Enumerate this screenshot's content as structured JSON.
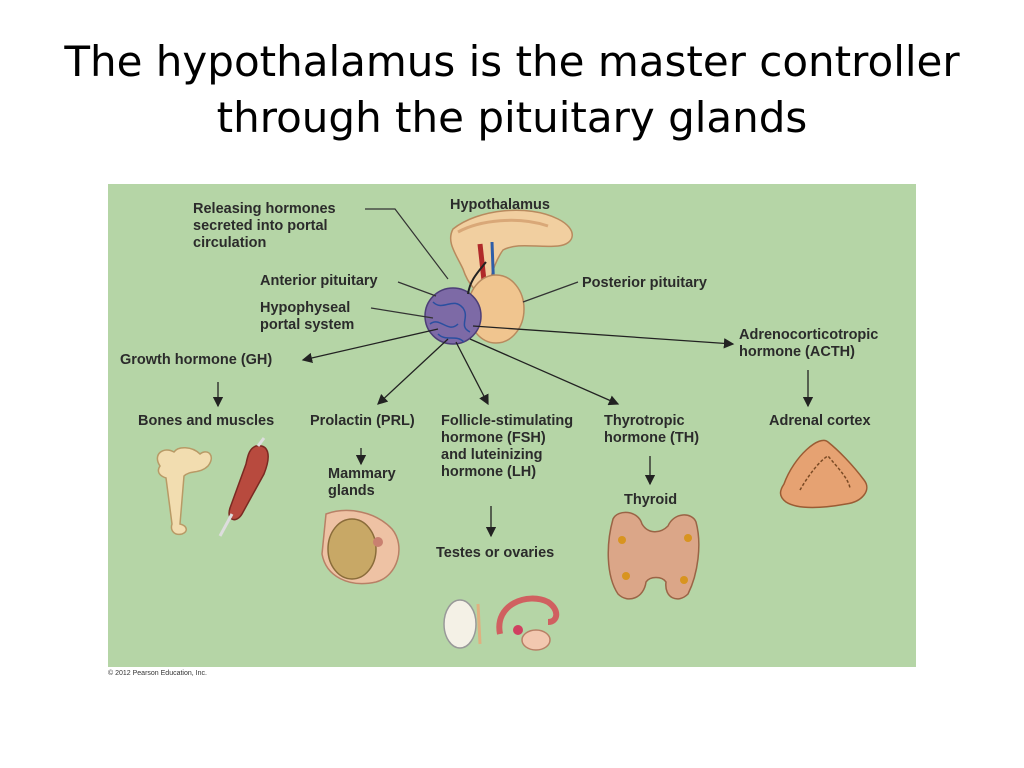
{
  "slide": {
    "title": "The hypothalamus is the master controller through the pituitary glands"
  },
  "figure": {
    "background": "#b5d5a6",
    "labels": {
      "hypothalamus": "Hypothalamus",
      "releasing_hormones": "Releasing hormones\nsecreted into portal\ncirculation",
      "anterior_pituitary": "Anterior pituitary",
      "hypophyseal_portal": "Hypophyseal\nportal system",
      "posterior_pituitary": "Posterior pituitary",
      "acth": "Adrenocorticotropic\nhormone (ACTH)",
      "gh": "Growth hormone (GH)",
      "bones_muscles": "Bones and muscles",
      "prl": "Prolactin (PRL)",
      "fsh_lh": "Follicle-stimulating\nhormone (FSH)\nand luteinizing\nhormone (LH)",
      "th": "Thyrotropic\nhormone (TH)",
      "adrenal_cortex": "Adrenal cortex",
      "mammary": "Mammary\nglands",
      "thyroid": "Thyroid",
      "testes_ovaries": "Testes or ovaries"
    },
    "copyright": "© 2012 Pearson Education, Inc."
  }
}
